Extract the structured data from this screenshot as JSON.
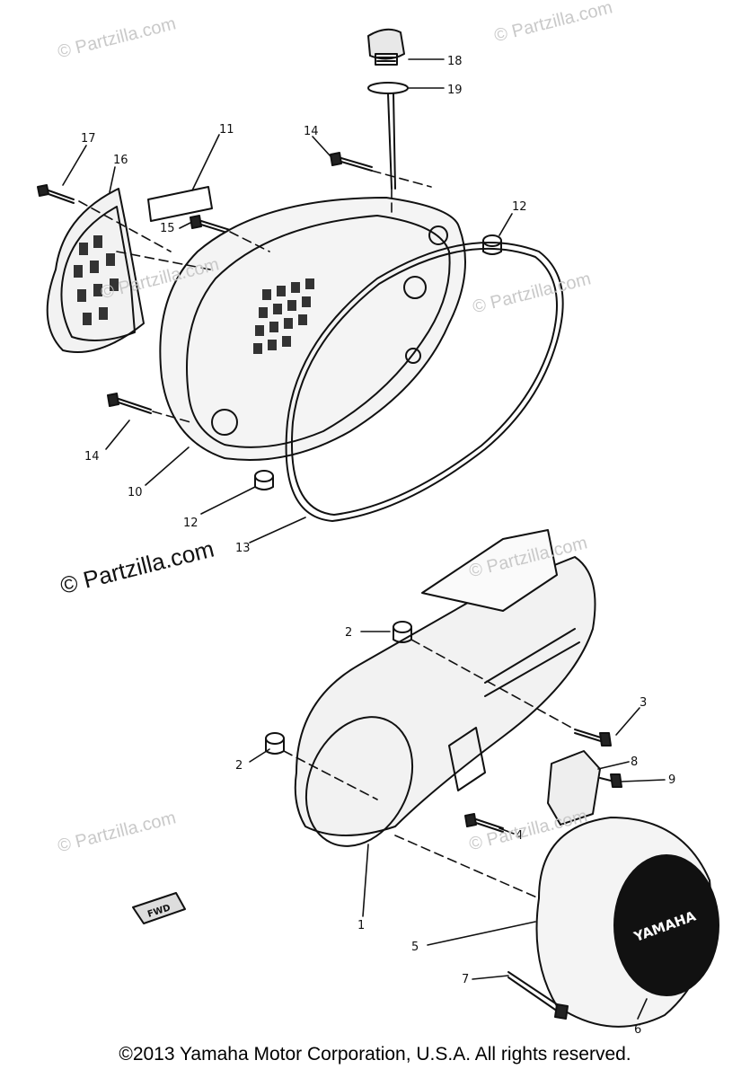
{
  "watermark": {
    "text": "© Partzilla.com",
    "bold_text": "© Partzilla.com"
  },
  "callouts": {
    "p1": "1",
    "p2a": "2",
    "p2b": "2",
    "p3": "3",
    "p4": "4",
    "p5": "5",
    "p6": "6",
    "p7": "7",
    "p8": "8",
    "p9": "9",
    "p10": "10",
    "p11": "11",
    "p12a": "12",
    "p12b": "12",
    "p13": "13",
    "p14a": "14",
    "p14b": "14",
    "p15": "15",
    "p16": "16",
    "p17": "17",
    "p18": "18",
    "p19": "19"
  },
  "logo_text": "YAMAHA",
  "fwd_tag": "FWD",
  "footer": "©2013 Yamaha Motor Corporation, U.S.A. All rights reserved."
}
